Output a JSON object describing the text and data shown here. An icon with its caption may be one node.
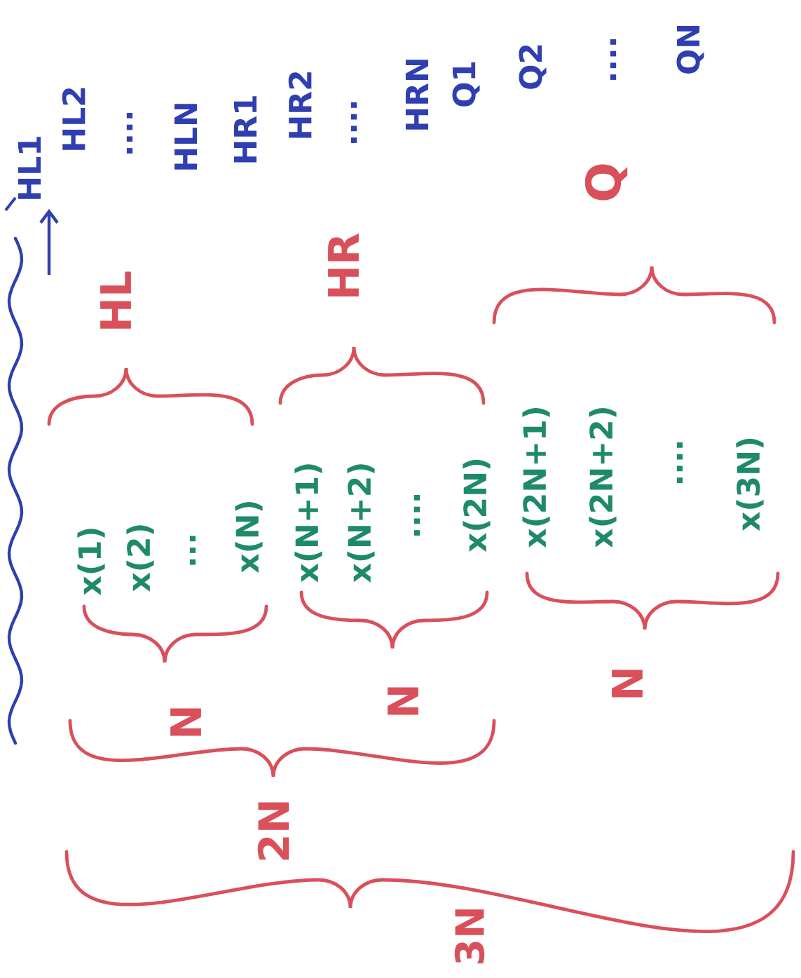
{
  "diagram": {
    "labels": [
      "HL1",
      "HL2",
      "....",
      "HLN",
      "HR1",
      "HR2",
      "....",
      "HRN",
      "Q1",
      "Q2",
      "....",
      "QN",
      "HL",
      "HR",
      "Q",
      "x(1)",
      "x(2)",
      "...",
      "x(N)",
      "x(N+1)",
      "x(N+2)",
      "....",
      "x(2N)",
      "x(2N+1)",
      "x(2N+2)",
      "....",
      "x(3N)",
      "N",
      "N",
      "N",
      "2N",
      "3N"
    ]
  }
}
